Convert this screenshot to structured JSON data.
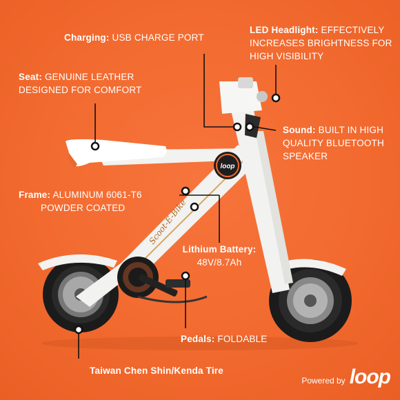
{
  "callouts": {
    "charging": {
      "label": "Charging",
      "sep": ":",
      "desc": "USB CHARGE PORT"
    },
    "headlight": {
      "label": "LED Headlight",
      "sep": ":",
      "desc_line1": "EFFECTIVELY",
      "desc_line2": "INCREASES BRIGHTNESS FOR",
      "desc_line3": "HIGH VISIBILITY"
    },
    "seat": {
      "label": "Seat",
      "sep": ":",
      "desc_line1": "GENUINE LEATHER",
      "desc_line2": "DESIGNED FOR COMFORT"
    },
    "sound": {
      "label": "Sound",
      "sep": ":",
      "desc_line1": "BUILT IN HIGH",
      "desc_line2": "QUALITY BLUETOOTH",
      "desc_line3": "SPEAKER"
    },
    "frame": {
      "label": "Frame",
      "sep": ":",
      "desc_line1": "ALUMINUM 6061-T6",
      "desc_line2": "POWDER COATED"
    },
    "battery": {
      "label": "Lithium Battery",
      "sep": ":",
      "desc": "48V/8.7Ah"
    },
    "pedals": {
      "label": "Pedals",
      "sep": ":",
      "desc": "FOLDABLE"
    },
    "tire": {
      "label": "Taiwan Chen Shin/Kenda Tire"
    }
  },
  "bike_logo_text": "loop",
  "bike_frame_text": "Scoot-E-Bike",
  "branding": {
    "prefix": "Powered by",
    "logo": "loop"
  },
  "colors": {
    "background": "#f26a2f",
    "text": "#ffffff",
    "frame": "#f2f2f0",
    "tire": "#1b1b1b",
    "accent": "#f26a2f"
  }
}
